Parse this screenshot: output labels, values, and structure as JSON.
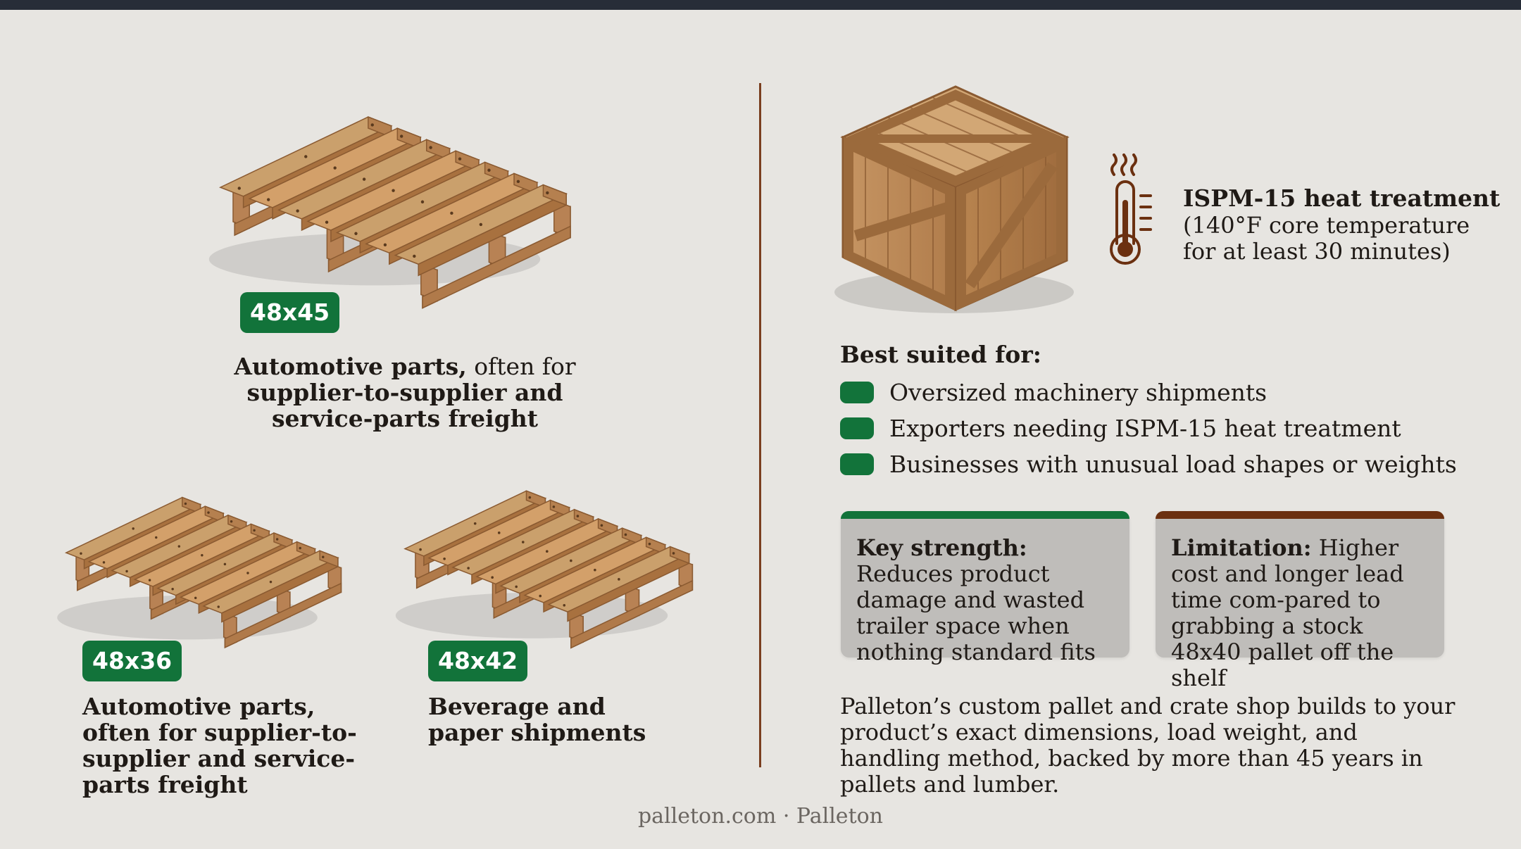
{
  "colors": {
    "accent_green": "#12733a",
    "accent_brown": "#6b3010",
    "divider": "#7a3e1f",
    "background": "#e7e5e1"
  },
  "pallets": [
    {
      "size": "48x45",
      "caption_bold_1": "Automotive parts,",
      "caption_regular": " often for ",
      "caption_bold_2": "supplier-to-supplier and service-parts freight"
    },
    {
      "size": "48x36",
      "caption": "Automotive parts, often for supplier-to-supplier and service-parts freight"
    },
    {
      "size": "48x42",
      "caption": "Beverage and paper shipments"
    }
  ],
  "heat_treatment": {
    "icon": "thermometer-heat-icon",
    "title": "ISPM-15 heat treatment",
    "description": "(140°F core temperature for at least 30 minutes)"
  },
  "best_suited": {
    "title": "Best suited for:",
    "items": [
      "Oversized machinery shipments",
      "Exporters needing ISPM-15 heat treatment",
      "Businesses with unusual load shapes or weights"
    ]
  },
  "strength_card": {
    "label": "Key strength:",
    "text": "Reduces product damage and wasted trailer space when nothing standard fits"
  },
  "limitation_card": {
    "label": "Limitation:",
    "text": "Higher cost and longer lead time com-pared to grabbing a stock 48x40 pallet off the shelf"
  },
  "closing": "Palleton’s custom pallet and crate shop builds to your product’s exact dimensions, load weight, and handling method, backed by more than 45 years in pallets and lumber.",
  "footer": "palleton.com · Palleton"
}
